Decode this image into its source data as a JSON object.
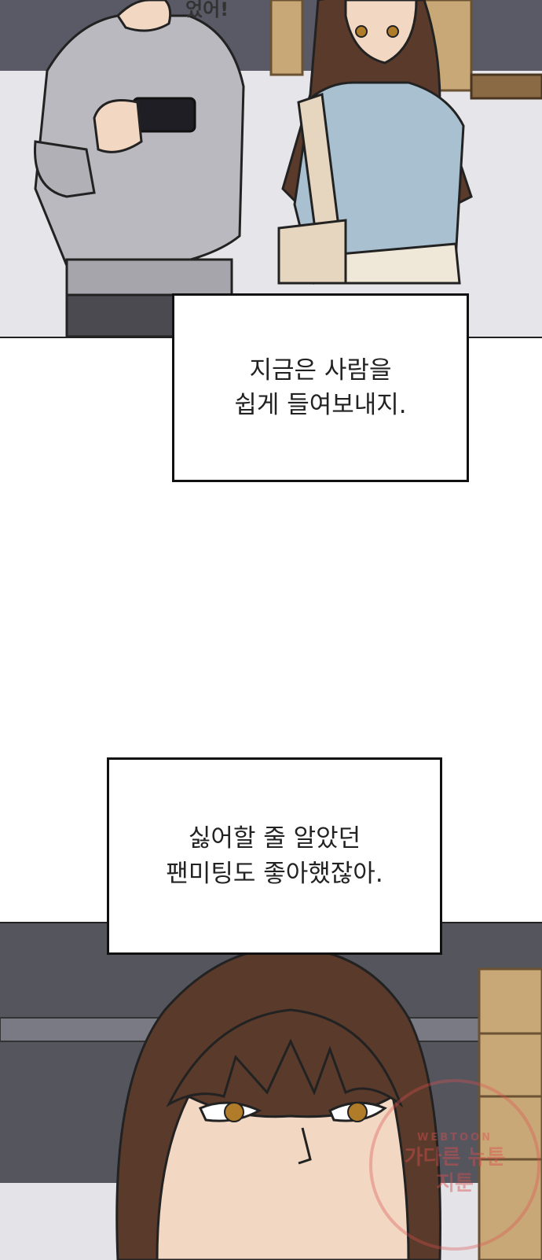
{
  "sfx": {
    "top_exclaim": "었어!"
  },
  "captions": [
    {
      "lines": [
        "지금은 사람을",
        "쉽게 들여보내지."
      ]
    },
    {
      "lines": [
        "싫어할 줄 알았던",
        "팬미팅도 좋아했잖아."
      ]
    }
  ],
  "watermark": {
    "small": "WEBTOON",
    "line1": "가다른 뉴툰",
    "line2": "지툰"
  },
  "colors": {
    "hair": "#5a3a2a",
    "hoodie": "#b9b9bf",
    "cardigan": "#a9c0d0",
    "floor": "#e6e6ea",
    "eye": "#b07c2a"
  }
}
